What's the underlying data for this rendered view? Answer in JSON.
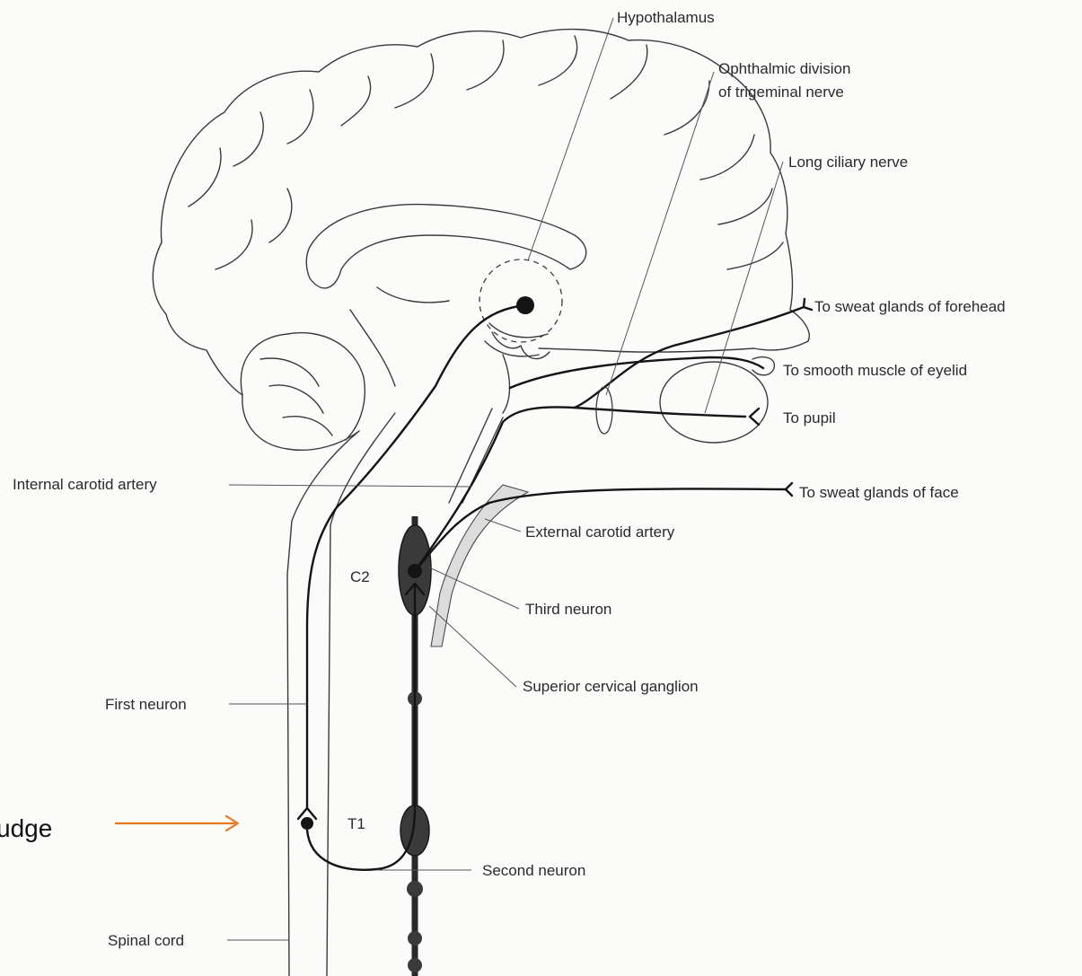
{
  "labels": {
    "hypothalamus": "Hypothalamus",
    "ophthalmic_line1": "Ophthalmic division",
    "ophthalmic_line2": "of trigeminal nerve",
    "long_ciliary": "Long ciliary nerve",
    "sweat_forehead": "To sweat glands of forehead",
    "smooth_muscle": "To smooth muscle of eyelid",
    "pupil": "To pupil",
    "internal_carotid": "Internal carotid artery",
    "sweat_face": "To sweat glands of face",
    "external_carotid": "External carotid artery",
    "c2": "C2",
    "third_neuron": "Third neuron",
    "superior_cervical": "Superior cervical ganglion",
    "first_neuron": "First neuron",
    "t1": "T1",
    "second_neuron": "Second neuron",
    "spinal_cord": "Spinal cord"
  },
  "annotation": {
    "text": "udge",
    "arrow_color": "#e8781e"
  }
}
